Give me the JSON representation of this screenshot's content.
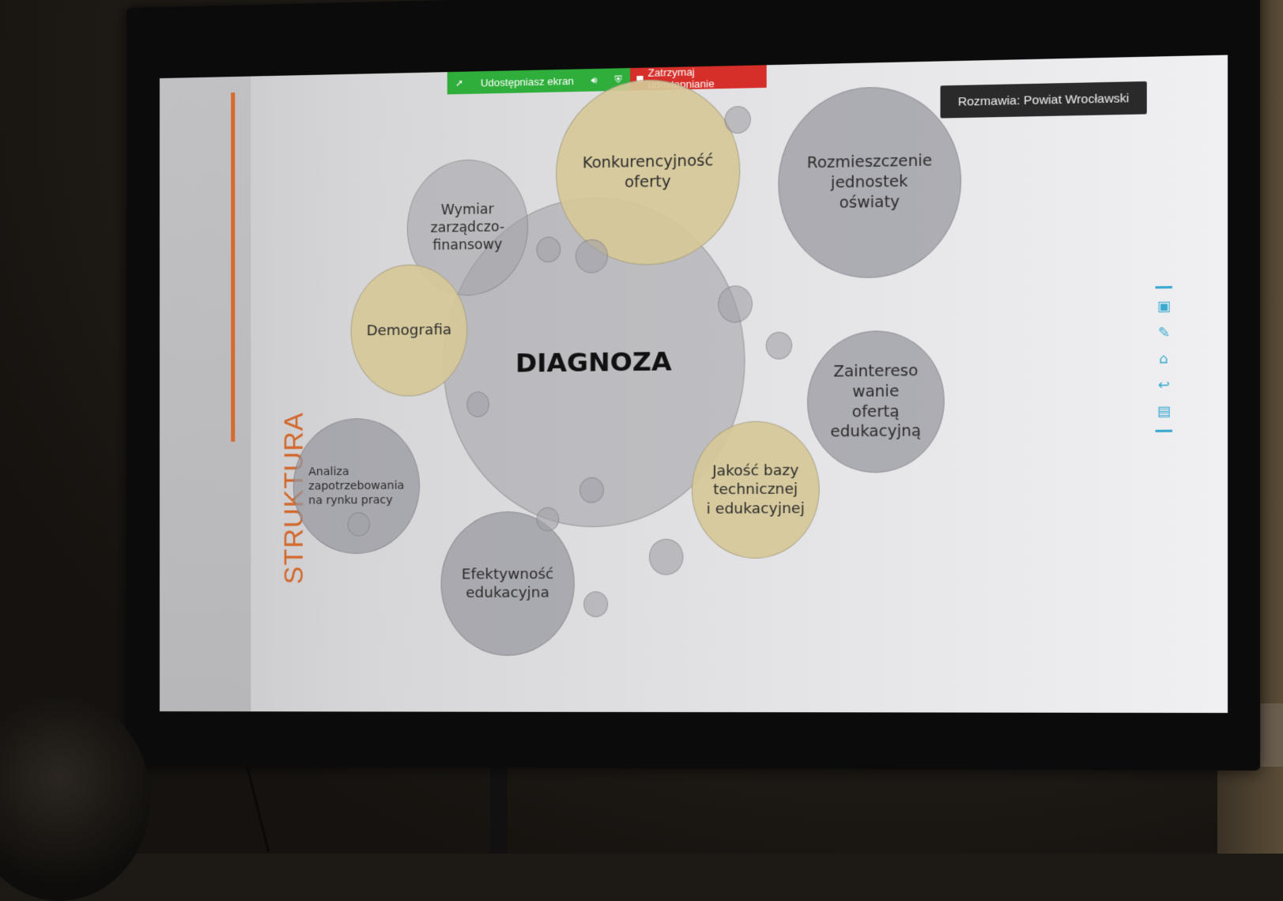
{
  "share_bar": {
    "sharing_label": "Udostępniasz ekran",
    "stop_label": "Zatrzymaj udostępnianie"
  },
  "conversation": {
    "label": "Rozmawia: Powiat Wrocławski"
  },
  "slide": {
    "side_title": "STRUKTURA",
    "center": "DIAGNOZA",
    "topics": {
      "konkurencyjnosc": "Konkurencyjność\noferty",
      "rozmieszczenie": "Rozmieszczenie\njednostek\noświaty",
      "wymiar": "Wymiar zarządczo-\nfinansowy",
      "demografia": "Demografia",
      "zainteresowanie": "Zaintereso\nwanie\nofertą\nedukacyjną",
      "jakosc": "Jakość bazy\ntechnicznej\ni edukacyjnej",
      "analiza": "Analiza\nzapotrzebowania\nna rynku pracy",
      "efektywnosc": "Efektywność\nedukacyjna"
    }
  },
  "colors": {
    "accent_orange": "#d76a2c",
    "share_green": "#2fae3c",
    "share_red": "#d62f2a",
    "tan_circle": "#d6c898",
    "grey_circle": "#96969e",
    "toolbar_blue": "#3aa9cf"
  },
  "toolbar_icons": [
    "screen-annotate-icon",
    "pen-icon",
    "home-icon",
    "back-arrow-icon",
    "presentation-icon"
  ]
}
